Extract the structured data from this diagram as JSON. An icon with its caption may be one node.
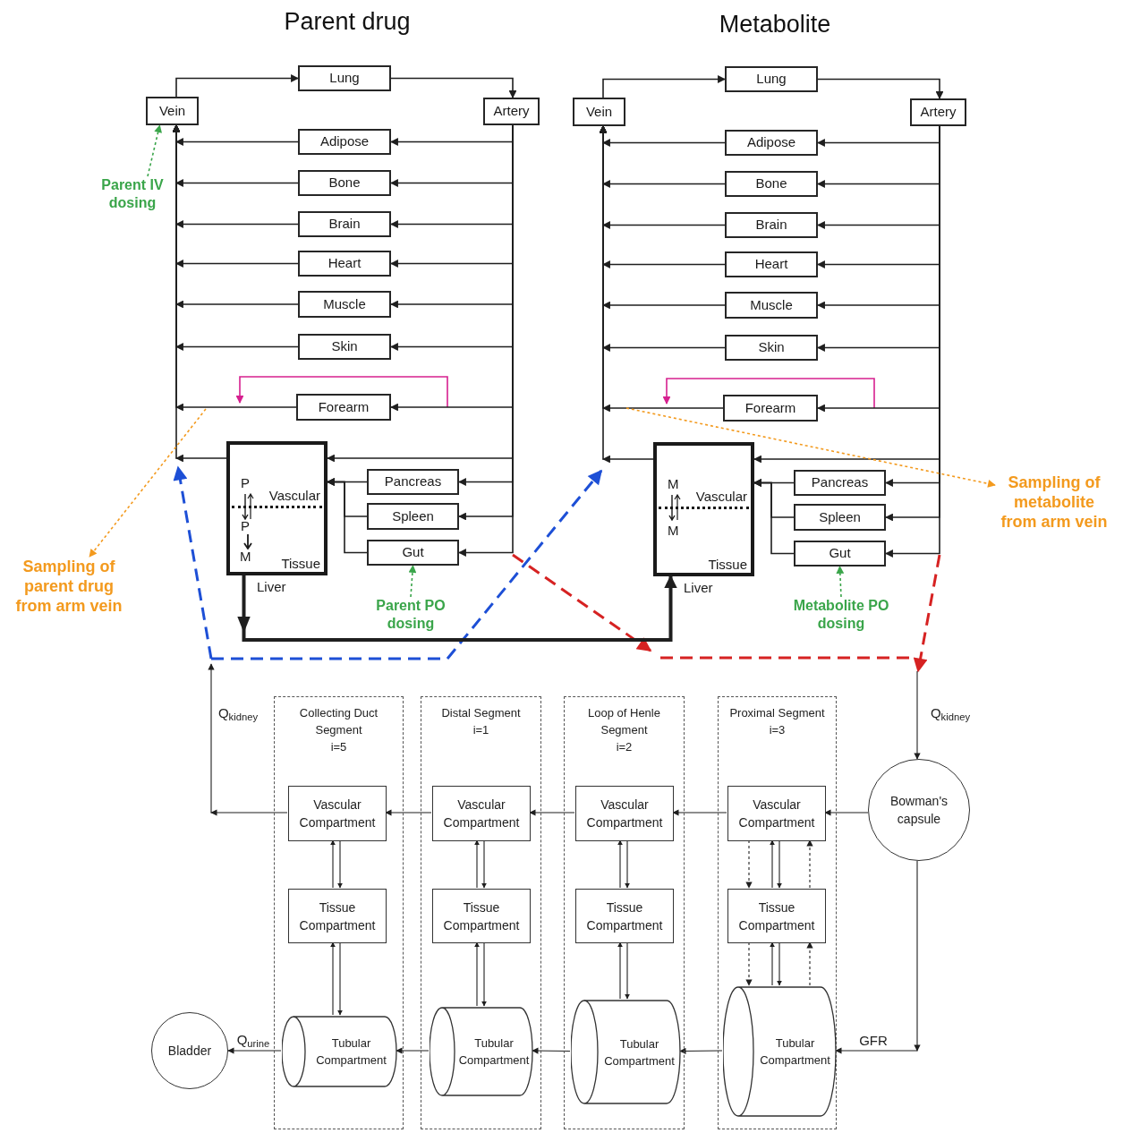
{
  "diagram": {
    "nodes": [
      {
        "text": [
          "Vein"
        ]
      },
      {
        "text": [
          "Lung"
        ]
      },
      {
        "text": [
          "Artery"
        ]
      },
      {
        "text": [
          "Adipose"
        ]
      },
      {
        "text": [
          "Bone"
        ]
      },
      {
        "text": [
          "Brain"
        ]
      },
      {
        "text": [
          "Heart"
        ]
      },
      {
        "text": [
          "Muscle"
        ]
      },
      {
        "text": [
          "Skin"
        ]
      },
      {
        "text": [
          "Forearm"
        ]
      },
      {
        "text": [
          "P",
          "Vascular",
          "P",
          "M",
          "Tissue",
          "Liver"
        ]
      },
      {
        "text": [
          "Pancreas"
        ]
      },
      {
        "text": [
          "Spleen"
        ]
      },
      {
        "text": [
          "Gut"
        ]
      },
      {
        "text": [
          "Parent IV dosing"
        ]
      },
      {
        "text": [
          "Parent PO dosing"
        ]
      },
      {
        "text": [
          "Sampling of parent drug from arm vein"
        ]
      },
      {
        "text": [
          "Vein"
        ]
      },
      {
        "text": [
          "Lung"
        ]
      },
      {
        "text": [
          "Artery"
        ]
      },
      {
        "text": [
          "Adipose"
        ]
      },
      {
        "text": [
          "Bone"
        ]
      },
      {
        "text": [
          "Brain"
        ]
      },
      {
        "text": [
          "Heart"
        ]
      },
      {
        "text": [
          "Muscle"
        ]
      },
      {
        "text": [
          "Skin"
        ]
      },
      {
        "text": [
          "Forearm"
        ]
      },
      {
        "text": [
          "M",
          "Vascular",
          "M",
          "Tissue",
          "Liver"
        ]
      },
      {
        "text": [
          "Pancreas"
        ]
      },
      {
        "text": [
          "Spleen"
        ]
      },
      {
        "text": [
          "Gut"
        ]
      },
      {
        "text": [
          "Metabolite PO dosing"
        ]
      },
      {
        "text": [
          "Sampling of metabolite from arm vein"
        ]
      },
      {
        "text": [
          "Collecting Duct Segment",
          "i=5"
        ]
      },
      {
        "text": [
          "Vascular Compartment"
        ],
        "in": 33
      },
      {
        "text": [
          "Tissue Compartment"
        ],
        "in": 33
      },
      {
        "text": [
          "Tubular Compartment"
        ],
        "in": 33
      },
      {
        "text": [
          "Distal Segment",
          "i=1"
        ]
      },
      {
        "text": [
          "Vascular Compartment"
        ],
        "in": 37
      },
      {
        "text": [
          "Tissue Compartment"
        ],
        "in": 37
      },
      {
        "text": [
          "Tubular Compartment"
        ],
        "in": 37
      },
      {
        "text": [
          "Loop of Henle Segment",
          "i=2"
        ]
      },
      {
        "text": [
          "Vascular Compartment"
        ],
        "in": 41
      },
      {
        "text": [
          "Tissue Compartment"
        ],
        "in": 41
      },
      {
        "text": [
          "Tubular Compartment"
        ],
        "in": 41
      },
      {
        "text": [
          "Proximal Segment",
          "i=3"
        ]
      },
      {
        "text": [
          "Vascular Compartment"
        ],
        "in": 45
      },
      {
        "text": [
          "Tissue Compartment"
        ],
        "in": 45
      },
      {
        "text": [
          "Tubular Compartment"
        ],
        "in": 45
      },
      {
        "text": [
          "Bowman's capsule"
        ]
      },
      {
        "text": [
          "Bladder"
        ]
      }
    ],
    "edges": [
      {
        "from": 0,
        "to": 1,
        "arrow": "to"
      },
      {
        "from": 1,
        "to": 2,
        "arrow": "to"
      },
      {
        "from": 2,
        "to": 3,
        "arrow": "to"
      },
      {
        "from": 2,
        "to": 4,
        "arrow": "to"
      },
      {
        "from": 2,
        "to": 5,
        "arrow": "to"
      },
      {
        "from": 2,
        "to": 6,
        "arrow": "to"
      },
      {
        "from": 2,
        "to": 7,
        "arrow": "to"
      },
      {
        "from": 2,
        "to": 8,
        "arrow": "to"
      },
      {
        "from": 2,
        "to": 9,
        "arrow": "to"
      },
      {
        "from": 3,
        "to": 0,
        "arrow": "to"
      },
      {
        "from": 4,
        "to": 0,
        "arrow": "to"
      },
      {
        "from": 5,
        "to": 0,
        "arrow": "to"
      },
      {
        "from": 6,
        "to": 0,
        "arrow": "to"
      },
      {
        "from": 7,
        "to": 0,
        "arrow": "to"
      },
      {
        "from": 8,
        "to": 0,
        "arrow": "to"
      },
      {
        "from": 9,
        "to": 0,
        "arrow": "to"
      },
      {
        "from": 2,
        "to": 10,
        "arrow": "to"
      },
      {
        "from": 2,
        "to": 11,
        "arrow": "to"
      },
      {
        "from": 2,
        "to": 12,
        "arrow": "to"
      },
      {
        "from": 2,
        "to": 13,
        "arrow": "to"
      },
      {
        "from": 11,
        "to": 10,
        "arrow": "to"
      },
      {
        "from": 12,
        "to": 10,
        "arrow": "to"
      },
      {
        "from": 13,
        "to": 10,
        "arrow": "to"
      },
      {
        "from": 10,
        "to": 0,
        "arrow": "to"
      },
      {
        "from": 14,
        "to": 0,
        "arrow": "to",
        "style": "dashed",
        "color": "#3aa54a"
      },
      {
        "from": 15,
        "to": 13,
        "arrow": "to",
        "style": "dashed",
        "color": "#3aa54a"
      },
      {
        "from": null,
        "to": 16,
        "arrow": "to",
        "style": "dashed",
        "color": "#f39a1e"
      },
      {
        "from": 17,
        "to": 18,
        "arrow": "to"
      },
      {
        "from": 18,
        "to": 19,
        "arrow": "to"
      },
      {
        "from": 19,
        "to": 20,
        "arrow": "to"
      },
      {
        "from": 19,
        "to": 21,
        "arrow": "to"
      },
      {
        "from": 19,
        "to": 22,
        "arrow": "to"
      },
      {
        "from": 19,
        "to": 23,
        "arrow": "to"
      },
      {
        "from": 19,
        "to": 24,
        "arrow": "to"
      },
      {
        "from": 19,
        "to": 25,
        "arrow": "to"
      },
      {
        "from": 19,
        "to": 26,
        "arrow": "to"
      },
      {
        "from": 20,
        "to": 17,
        "arrow": "to"
      },
      {
        "from": 21,
        "to": 17,
        "arrow": "to"
      },
      {
        "from": 22,
        "to": 17,
        "arrow": "to"
      },
      {
        "from": 23,
        "to": 17,
        "arrow": "to"
      },
      {
        "from": 24,
        "to": 17,
        "arrow": "to"
      },
      {
        "from": 25,
        "to": 17,
        "arrow": "to"
      },
      {
        "from": 26,
        "to": 17,
        "arrow": "to"
      },
      {
        "from": 19,
        "to": 27,
        "arrow": "to"
      },
      {
        "from": 19,
        "to": 28,
        "arrow": "to"
      },
      {
        "from": 19,
        "to": 29,
        "arrow": "to"
      },
      {
        "from": 19,
        "to": 30,
        "arrow": "to"
      },
      {
        "from": 28,
        "to": 27,
        "arrow": "to"
      },
      {
        "from": 29,
        "to": 27,
        "arrow": "to"
      },
      {
        "from": 30,
        "to": 27,
        "arrow": "to"
      },
      {
        "from": 27,
        "to": 17,
        "arrow": "to"
      },
      {
        "from": 31,
        "to": 30,
        "arrow": "to",
        "style": "dashed",
        "color": "#3aa54a"
      },
      {
        "from": null,
        "to": 32,
        "arrow": "to",
        "style": "dashed",
        "color": "#f39a1e"
      },
      {
        "from": 10,
        "to": 27,
        "arrow": "to",
        "style": "thick"
      },
      {
        "from": null,
        "to": 49,
        "arrow": "to",
        "label": "Q$_{kidney}$"
      },
      {
        "from": 49,
        "to": 46,
        "arrow": "to"
      },
      {
        "from": 49,
        "to": 48,
        "arrow": "to",
        "label": "GFR"
      },
      {
        "from": 46,
        "to": 42,
        "arrow": "to"
      },
      {
        "from": 42,
        "to": 38,
        "arrow": "to"
      },
      {
        "from": 38,
        "to": 34,
        "arrow": "to"
      },
      {
        "from": 34,
        "to": null,
        "arrow": "to",
        "label": "Q$_{kidney}$"
      },
      {
        "from": 48,
        "to": 44,
        "arrow": "to"
      },
      {
        "from": 44,
        "to": 40,
        "arrow": "to"
      },
      {
        "from": 40,
        "to": 36,
        "arrow": "to"
      },
      {
        "from": 36,
        "to": 50,
        "arrow": "to",
        "label": "Q$_{urine}$"
      },
      {
        "from": 35,
        "to": 34,
        "arrow": "to"
      },
      {
        "from": 34,
        "to": 35,
        "arrow": "to"
      },
      {
        "from": 36,
        "to": 35,
        "arrow": "to"
      },
      {
        "from": 35,
        "to": 36,
        "arrow": "to"
      },
      {
        "from": 39,
        "to": 38,
        "arrow": "to"
      },
      {
        "from": 38,
        "to": 39,
        "arrow": "to"
      },
      {
        "from": 40,
        "to": 39,
        "arrow": "to"
      },
      {
        "from": 39,
        "to": 40,
        "arrow": "to"
      },
      {
        "from": 43,
        "to": 42,
        "arrow": "to"
      },
      {
        "from": 42,
        "to": 43,
        "arrow": "to"
      },
      {
        "from": 44,
        "to": 43,
        "arrow": "to"
      },
      {
        "from": 43,
        "to": 44,
        "arrow": "to"
      },
      {
        "from": 47,
        "to": 46,
        "arrow": "to"
      },
      {
        "from": 46,
        "to": 47,
        "arrow": "to"
      },
      {
        "from": 48,
        "to": 47,
        "arrow": "to"
      },
      {
        "from": 47,
        "to": 48,
        "arrow": "to"
      },
      {
        "from": 46,
        "to": 47,
        "arrow": "to",
        "style": "dashed"
      },
      {
        "from": 47,
        "to": 46,
        "arrow": "to",
        "style": "dashed"
      },
      {
        "from": 47,
        "to": 48,
        "arrow": "to",
        "style": "dashed"
      },
      {
        "from": 48,
        "to": 47,
        "arrow": "to",
        "style": "dashed"
      }
    ],
    "labels": [
      "Parent drug",
      "Metabolite"
    ]
  }
}
